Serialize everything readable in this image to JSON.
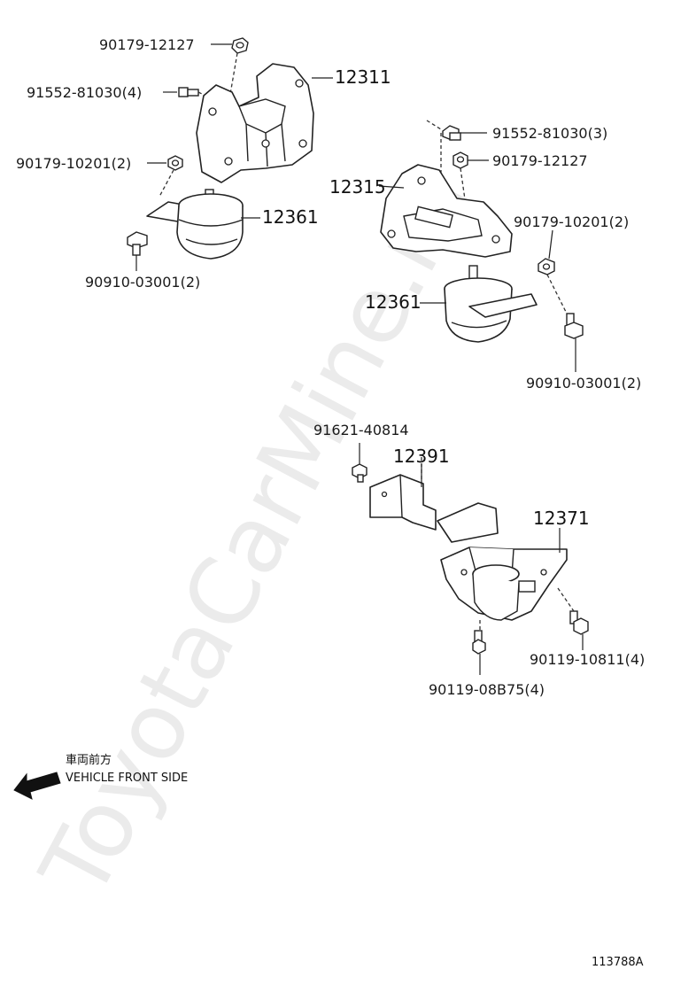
{
  "watermark": "ToyotaCarMine.ru",
  "figure_code": "113788A",
  "direction": {
    "jp": "車両前方",
    "en": "VEHICLE FRONT SIDE"
  },
  "labels": {
    "p_90179_12127_a": "90179-12127",
    "p_91552_81030_4": "91552-81030(4)",
    "p_12311": "12311",
    "p_90179_10201_2_a": "90179-10201(2)",
    "p_12361_a": "12361",
    "p_90910_03001_2_a": "90910-03001(2)",
    "p_91552_81030_3": "91552-81030(3)",
    "p_90179_12127_b": "90179-12127",
    "p_12315": "12315",
    "p_90179_10201_2_b": "90179-10201(2)",
    "p_12361_b": "12361",
    "p_90910_03001_2_b": "90910-03001(2)",
    "p_91621_40814": "91621-40814",
    "p_12391": "12391",
    "p_12371": "12371",
    "p_90119_10811_4": "90119-10811(4)",
    "p_90119_08B75_4": "90119-08B75(4)"
  }
}
